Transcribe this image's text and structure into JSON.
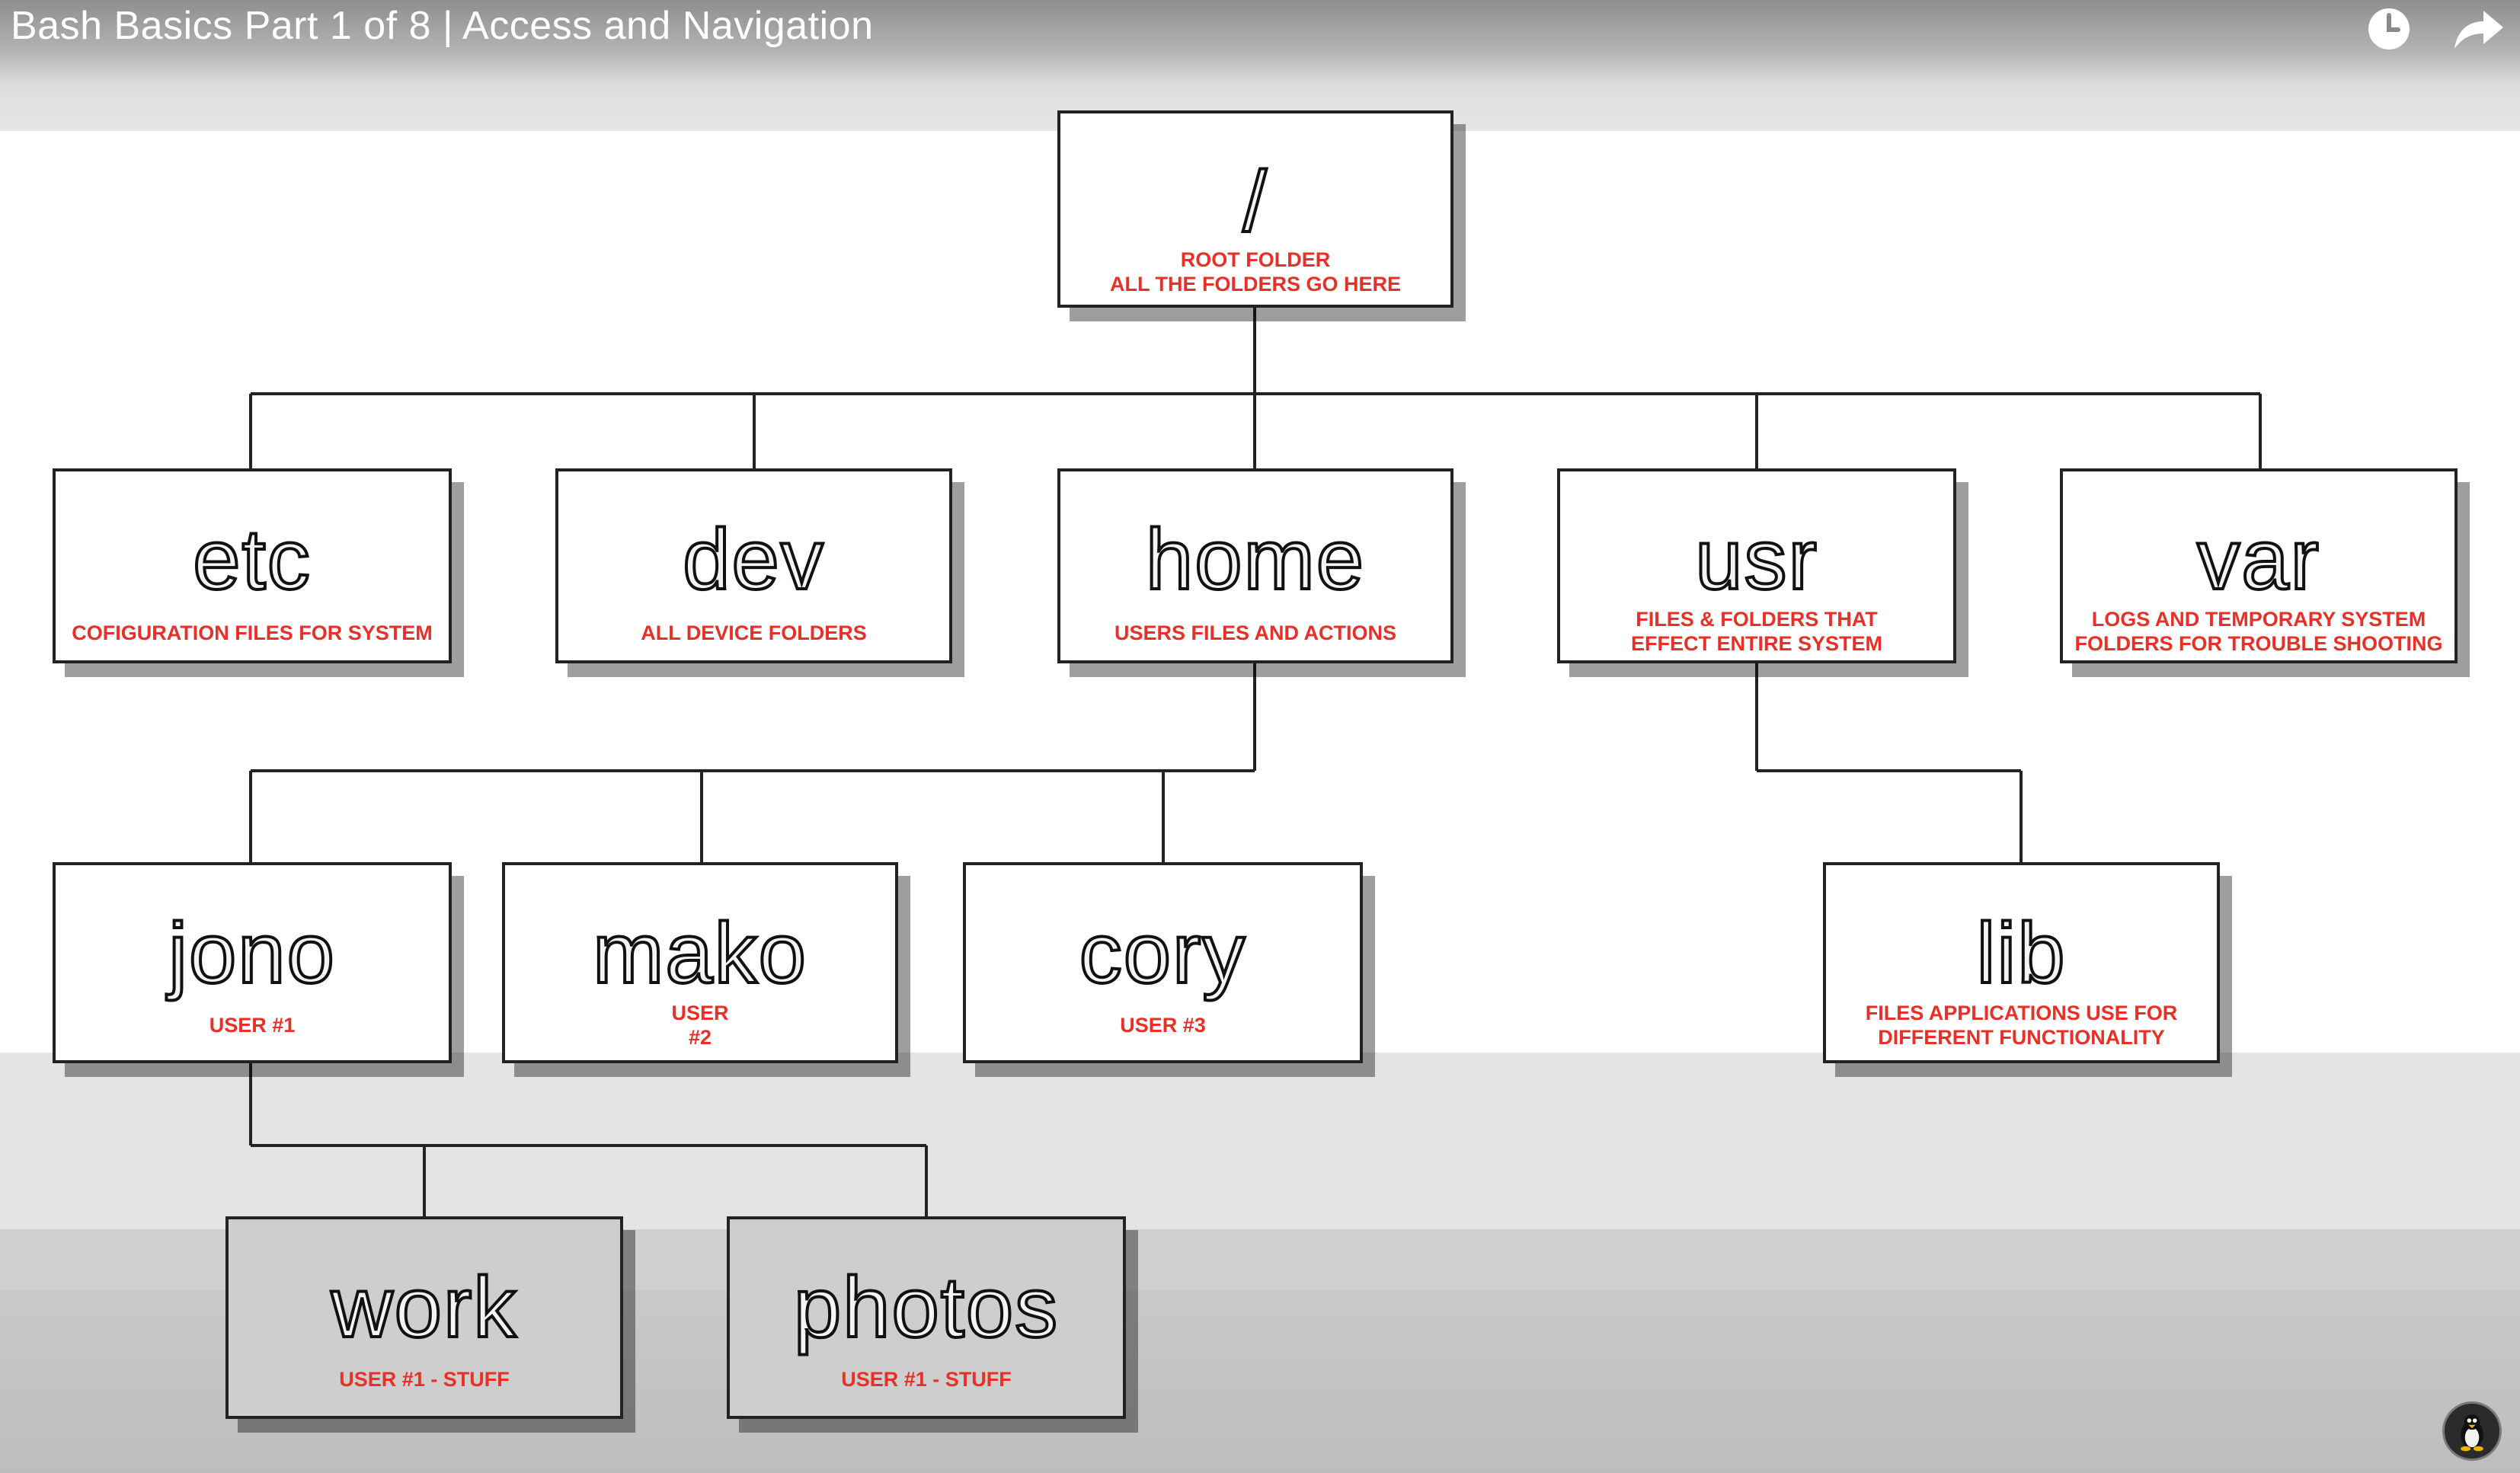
{
  "video": {
    "title": "Bash Basics Part 1 of 8 | Access and Navigation",
    "watch_later_icon": "clock-icon",
    "share_icon": "share-arrow-icon",
    "channel_icon": "tux-penguin-icon"
  },
  "tree": {
    "root": {
      "name": "/",
      "desc": "ROOT FOLDER\nALL THE FOLDERS GO HERE"
    },
    "etc": {
      "name": "etc",
      "desc": "COFIGURATION FILES FOR SYSTEM"
    },
    "dev": {
      "name": "dev",
      "desc": "ALL DEVICE FOLDERS"
    },
    "home": {
      "name": "home",
      "desc": "USERS FILES AND ACTIONS"
    },
    "usr": {
      "name": "usr",
      "desc": "FILES & FOLDERS THAT\nEFFECT ENTIRE SYSTEM"
    },
    "var": {
      "name": "var",
      "desc": "LOGS AND TEMPORARY SYSTEM\nFOLDERS FOR TROUBLE SHOOTING"
    },
    "jono": {
      "name": "jono",
      "desc": "USER #1"
    },
    "mako": {
      "name": "mako",
      "desc": "USER\n#2"
    },
    "cory": {
      "name": "cory",
      "desc": "USER #3"
    },
    "lib": {
      "name": "lib",
      "desc": "FILES APPLICATIONS USE FOR\nDIFFERENT FUNCTIONALITY"
    },
    "work": {
      "name": "work",
      "desc": "USER #1 - STUFF"
    },
    "photos": {
      "name": "photos",
      "desc": "USER #1 - STUFF"
    }
  },
  "colors": {
    "desc_red": "#ea2f26",
    "box_border": "#222222"
  }
}
